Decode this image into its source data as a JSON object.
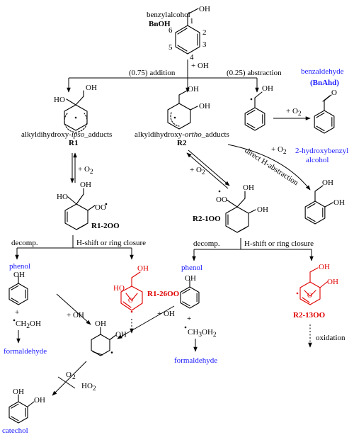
{
  "colors": {
    "ink": "#000000",
    "highlight": "#e00000",
    "product": "#1a1aff"
  },
  "benzylalcohol": {
    "name": "benzylalcohol",
    "code": "BnOH",
    "oh": "OH",
    "positions": [
      "1",
      "2",
      "3",
      "4",
      "5",
      "6"
    ]
  },
  "oh_addition": {
    "reagent": "+ OH",
    "addition": "(0.75) addition",
    "abstraction": "(0.25) abstraction"
  },
  "r1": {
    "name_pre": "alkyldihydroxy-",
    "name_em": "ipso",
    "name_post": "_adducts",
    "code": "R1",
    "ho": "HO",
    "oh": "OH",
    "o2": "+ O",
    "r1_2oo": {
      "code": "R1-2OO",
      "ho": "HO",
      "oh": "OH",
      "oo": "OO"
    }
  },
  "r2": {
    "name_pre": "alkyldihydroxy-",
    "name_em": "ortho",
    "name_post": "_adducts",
    "code": "R2",
    "oh1": "OH",
    "oh2": "OH",
    "o2": "+ O",
    "r2_1oo": {
      "code": "R2-1OO",
      "oo": "OO",
      "oh1": "OH",
      "oh2": "OH"
    }
  },
  "abstraction_branch": {
    "oh": "OH",
    "o2": "+ O",
    "product": {
      "name": "benzaldehyde",
      "code": "(BnAhd)",
      "o": "O"
    }
  },
  "h_abstraction": {
    "label": "direct H-abstraction",
    "o2": "+ O",
    "product": {
      "name_line1": "2-hydroxybenzyl",
      "name_line2": "alcohol",
      "oh1": "OH",
      "oh2": "OH"
    }
  },
  "left_decomp": {
    "decomp": "decomp.",
    "hshift": "H-shift or ring closure",
    "phenol": {
      "name": "phenol",
      "oh": "OH"
    },
    "plus": "+",
    "radical_pre": "CH",
    "radical_mid": "OH",
    "formaldehyde": "formaldehyde",
    "oh_add": "+ OH",
    "r1_26oo": {
      "code": "R1-26OO",
      "ho": "HO",
      "oh": "OH",
      "o": "O"
    }
  },
  "right_decomp": {
    "decomp": "decomp.",
    "hshift": "H-shift or ring closure",
    "phenol": {
      "name": "phenol",
      "oh": "OH"
    },
    "plus": "+",
    "radical_pre": "CH",
    "radical_mid": "OH",
    "formaldehyde": "formaldehyde",
    "oh_add": "+ OH",
    "r2_13oo": {
      "code": "R2-13OO",
      "oh1": "OH",
      "oh2": "OH",
      "o": "O"
    },
    "oxidation": "oxidation"
  },
  "dihydroxy_adduct": {
    "oh1": "OH",
    "oh2": "OH"
  },
  "catechol_step": {
    "o2": "O",
    "ho2": "HO",
    "sub": "2"
  },
  "catechol": {
    "name": "catechol",
    "oh1": "OH",
    "oh2": "OH"
  }
}
